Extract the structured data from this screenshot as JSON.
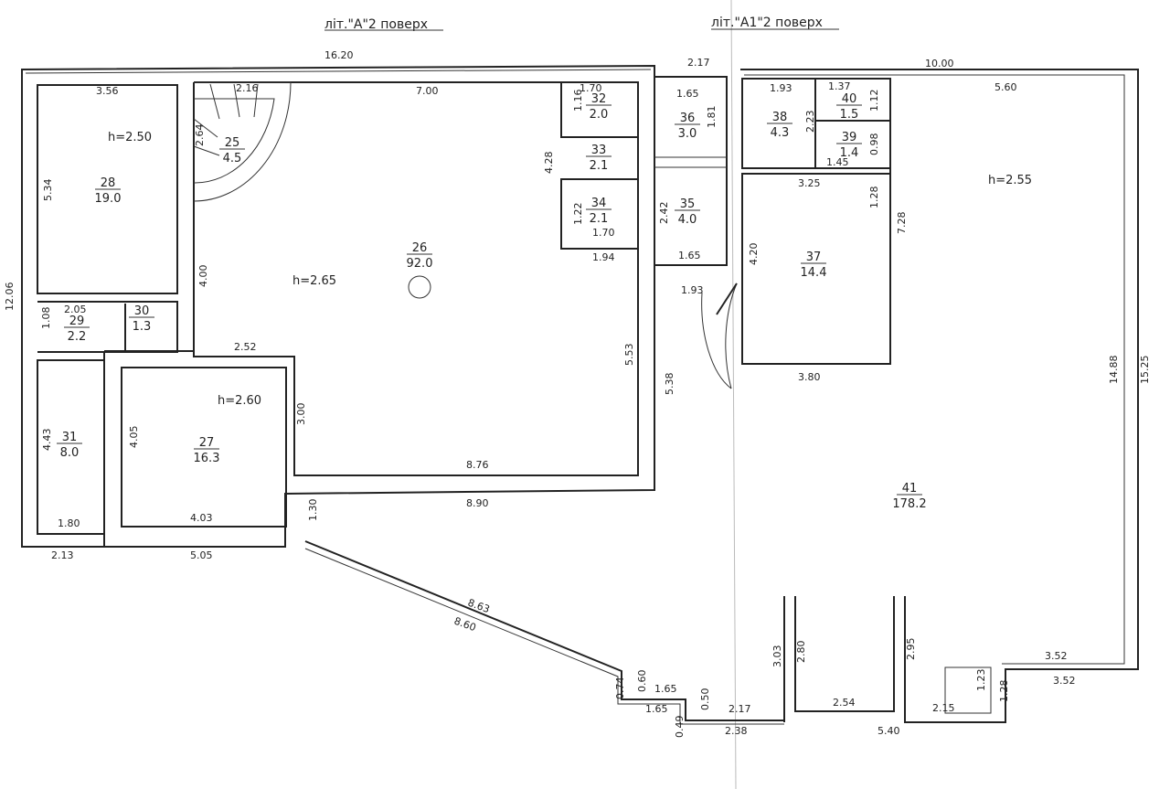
{
  "titles": {
    "left": "літ.\"А\"2 поверх",
    "right": "літ.\"А1\"2 поверх"
  },
  "heights": {
    "h28": "h=2.50",
    "h26": "h=2.65",
    "h27": "h=2.60",
    "h41": "h=2.55"
  },
  "rooms": [
    {
      "id": "room-28",
      "no": "28",
      "area": "19.0"
    },
    {
      "id": "room-25",
      "no": "25",
      "area": "4.5"
    },
    {
      "id": "room-26",
      "no": "26",
      "area": "92.0"
    },
    {
      "id": "room-32",
      "no": "32",
      "area": "2.0"
    },
    {
      "id": "room-33",
      "no": "33",
      "area": "2.1"
    },
    {
      "id": "room-34",
      "no": "34",
      "area": "2.1"
    },
    {
      "id": "room-36",
      "no": "36",
      "area": "3.0"
    },
    {
      "id": "room-35",
      "no": "35",
      "area": "4.0"
    },
    {
      "id": "room-38",
      "no": "38",
      "area": "4.3"
    },
    {
      "id": "room-40",
      "no": "40",
      "area": "1.5"
    },
    {
      "id": "room-39",
      "no": "39",
      "area": "1.4"
    },
    {
      "id": "room-37",
      "no": "37",
      "area": "14.4"
    },
    {
      "id": "room-29",
      "no": "29",
      "area": "2.2"
    },
    {
      "id": "room-30",
      "no": "30",
      "area": "1.3"
    },
    {
      "id": "room-31",
      "no": "31",
      "area": "8.0"
    },
    {
      "id": "room-27",
      "no": "27",
      "area": "16.3"
    },
    {
      "id": "room-41",
      "no": "41",
      "area": "178.2"
    }
  ],
  "dims": [
    "16.20",
    "2.17",
    "10.00",
    "3.56",
    "7.00",
    "1.70",
    "1.65",
    "1.93",
    "1.37",
    "5.60",
    "2.16",
    "1.16",
    "1.81",
    "1.12",
    "2.23",
    "0.98",
    "1.45",
    "2.64",
    "4.28",
    "3.25",
    "5.34",
    "1.22",
    "2.42",
    "1.28",
    "7.28",
    "1.70",
    "1.94",
    "1.65",
    "4.20",
    "12.06",
    "4.00",
    "1.93",
    "2.05",
    "1.08",
    "2.52",
    "5.53",
    "5.38",
    "3.80",
    "14.88",
    "15.25",
    "3.00",
    "4.05",
    "4.43",
    "8.76",
    "8.90",
    "1.80",
    "4.03",
    "1.30",
    "2.13",
    "5.05",
    "8.63",
    "8.60",
    "3.03",
    "2.80",
    "2.95",
    "3.52",
    "3.52",
    "0.74",
    "0.60",
    "1.65",
    "0.50",
    "1.65",
    "0.49",
    "2.17",
    "2.38",
    "2.54",
    "5.40",
    "2.15",
    "1.23",
    "1.28"
  ]
}
